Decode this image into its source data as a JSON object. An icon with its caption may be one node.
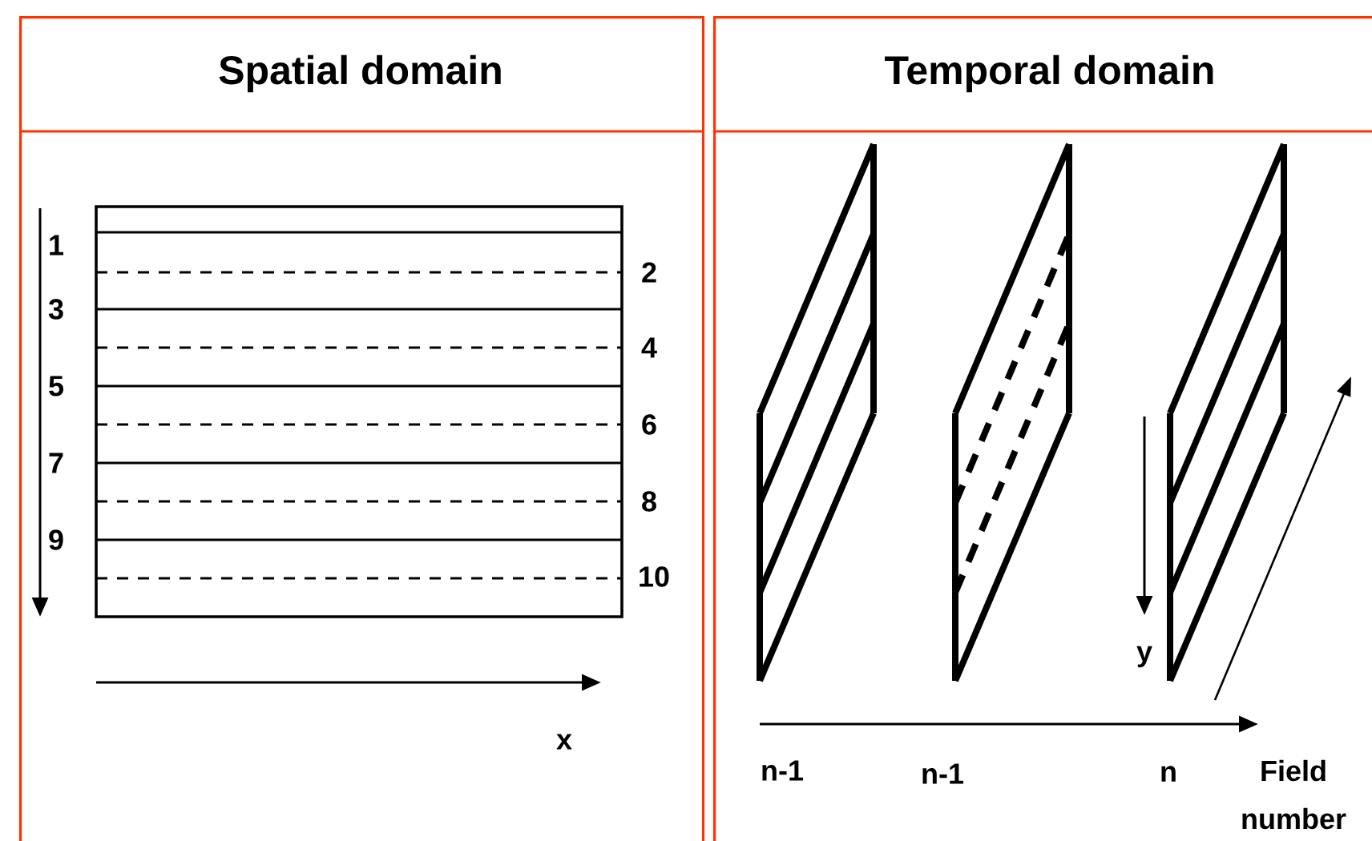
{
  "diagram": {
    "nodes": [
      {
        "text": [
          "Spatial domain"
        ]
      },
      {
        "text": [
          "Temporal domain"
        ]
      }
    ],
    "labels": [
      "1",
      "2",
      "3",
      "4",
      "5",
      "6",
      "7",
      "8",
      "9",
      "10",
      "x",
      "y",
      "n-1",
      "n-1",
      "n",
      "Field number"
    ]
  }
}
